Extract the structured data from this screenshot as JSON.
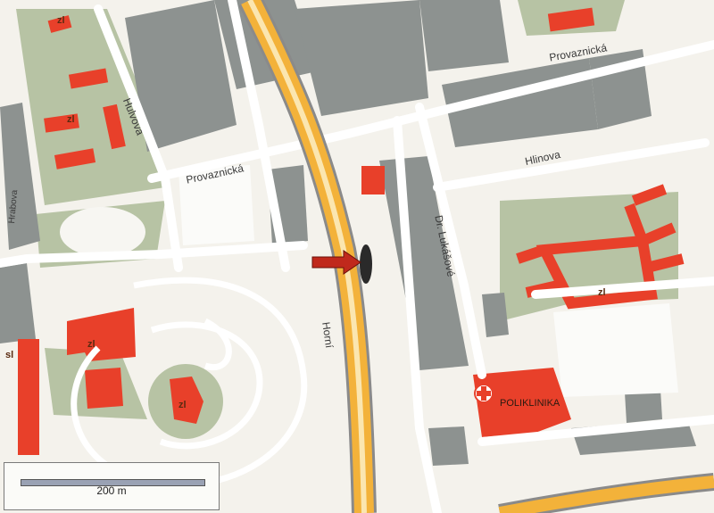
{
  "streets": {
    "horni": "Horní",
    "provaznicka": "Provaznická",
    "provaznicka_left": "Provaznická",
    "hulvova": "Hulvova",
    "hlinova": "Hlinova",
    "dr_lukasove": "Dr. Lukášové",
    "hrabova": "Hrabova"
  },
  "places": {
    "poliklinika": "POLIKLINIKA"
  },
  "labels": {
    "zl": "zl",
    "sl": "sl"
  },
  "scale": {
    "text": "200 m"
  },
  "colors": {
    "road_main": "#f3b23a",
    "building_red": "#e8402a",
    "green_area": "#b7c3a4",
    "gray_building": "#8d9290",
    "background": "#f4f2ec"
  },
  "icons": [
    "hospital-cross-icon",
    "location-arrow-icon",
    "location-pin-icon"
  ]
}
